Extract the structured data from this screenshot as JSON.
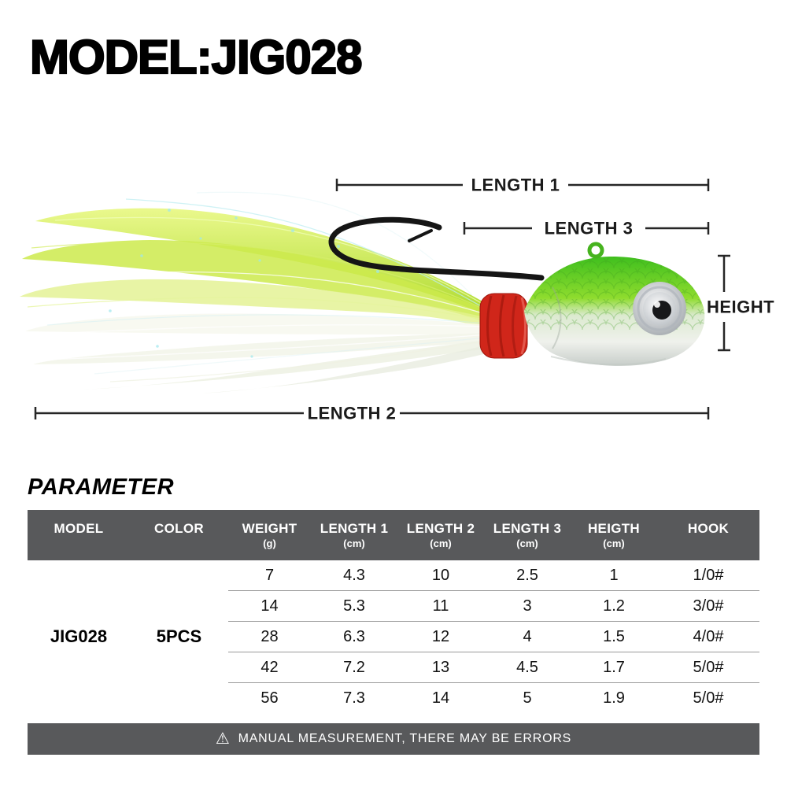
{
  "title": "MODEL:JIG028",
  "diagram": {
    "length1": "LENGTH 1",
    "length3": "LENGTH 3",
    "height": "HEIGHT",
    "length2": "LENGTH 2"
  },
  "parameter": {
    "heading": "PARAMETER",
    "headers": [
      {
        "name": "MODEL",
        "unit": ""
      },
      {
        "name": "COLOR",
        "unit": ""
      },
      {
        "name": "WEIGHT",
        "unit": "(g)"
      },
      {
        "name": "LENGTH 1",
        "unit": "(cm)"
      },
      {
        "name": "LENGTH 2",
        "unit": "(cm)"
      },
      {
        "name": "LENGTH 3",
        "unit": "(cm)"
      },
      {
        "name": "HEIGTH",
        "unit": "(cm)"
      },
      {
        "name": "HOOK",
        "unit": ""
      }
    ],
    "model": "JIG028",
    "color": "5PCS",
    "rows": [
      [
        "7",
        "4.3",
        "10",
        "2.5",
        "1",
        "1/0#"
      ],
      [
        "14",
        "5.3",
        "11",
        "3",
        "1.2",
        "3/0#"
      ],
      [
        "28",
        "6.3",
        "12",
        "4",
        "1.5",
        "4/0#"
      ],
      [
        "42",
        "7.2",
        "13",
        "4.5",
        "1.7",
        "5/0#"
      ],
      [
        "56",
        "7.3",
        "14",
        "5",
        "1.9",
        "5/0#"
      ]
    ]
  },
  "footer": {
    "icon": "⚠",
    "text": "MANUAL MEASUREMENT, THERE MAY BE ERRORS"
  },
  "colors": {
    "table_header_bg": "#58595B",
    "footer_bg": "#58595B",
    "tail_chartreuse": "#c3e53a",
    "thread_red": "#d0261a",
    "head_green": "#4ec522"
  }
}
